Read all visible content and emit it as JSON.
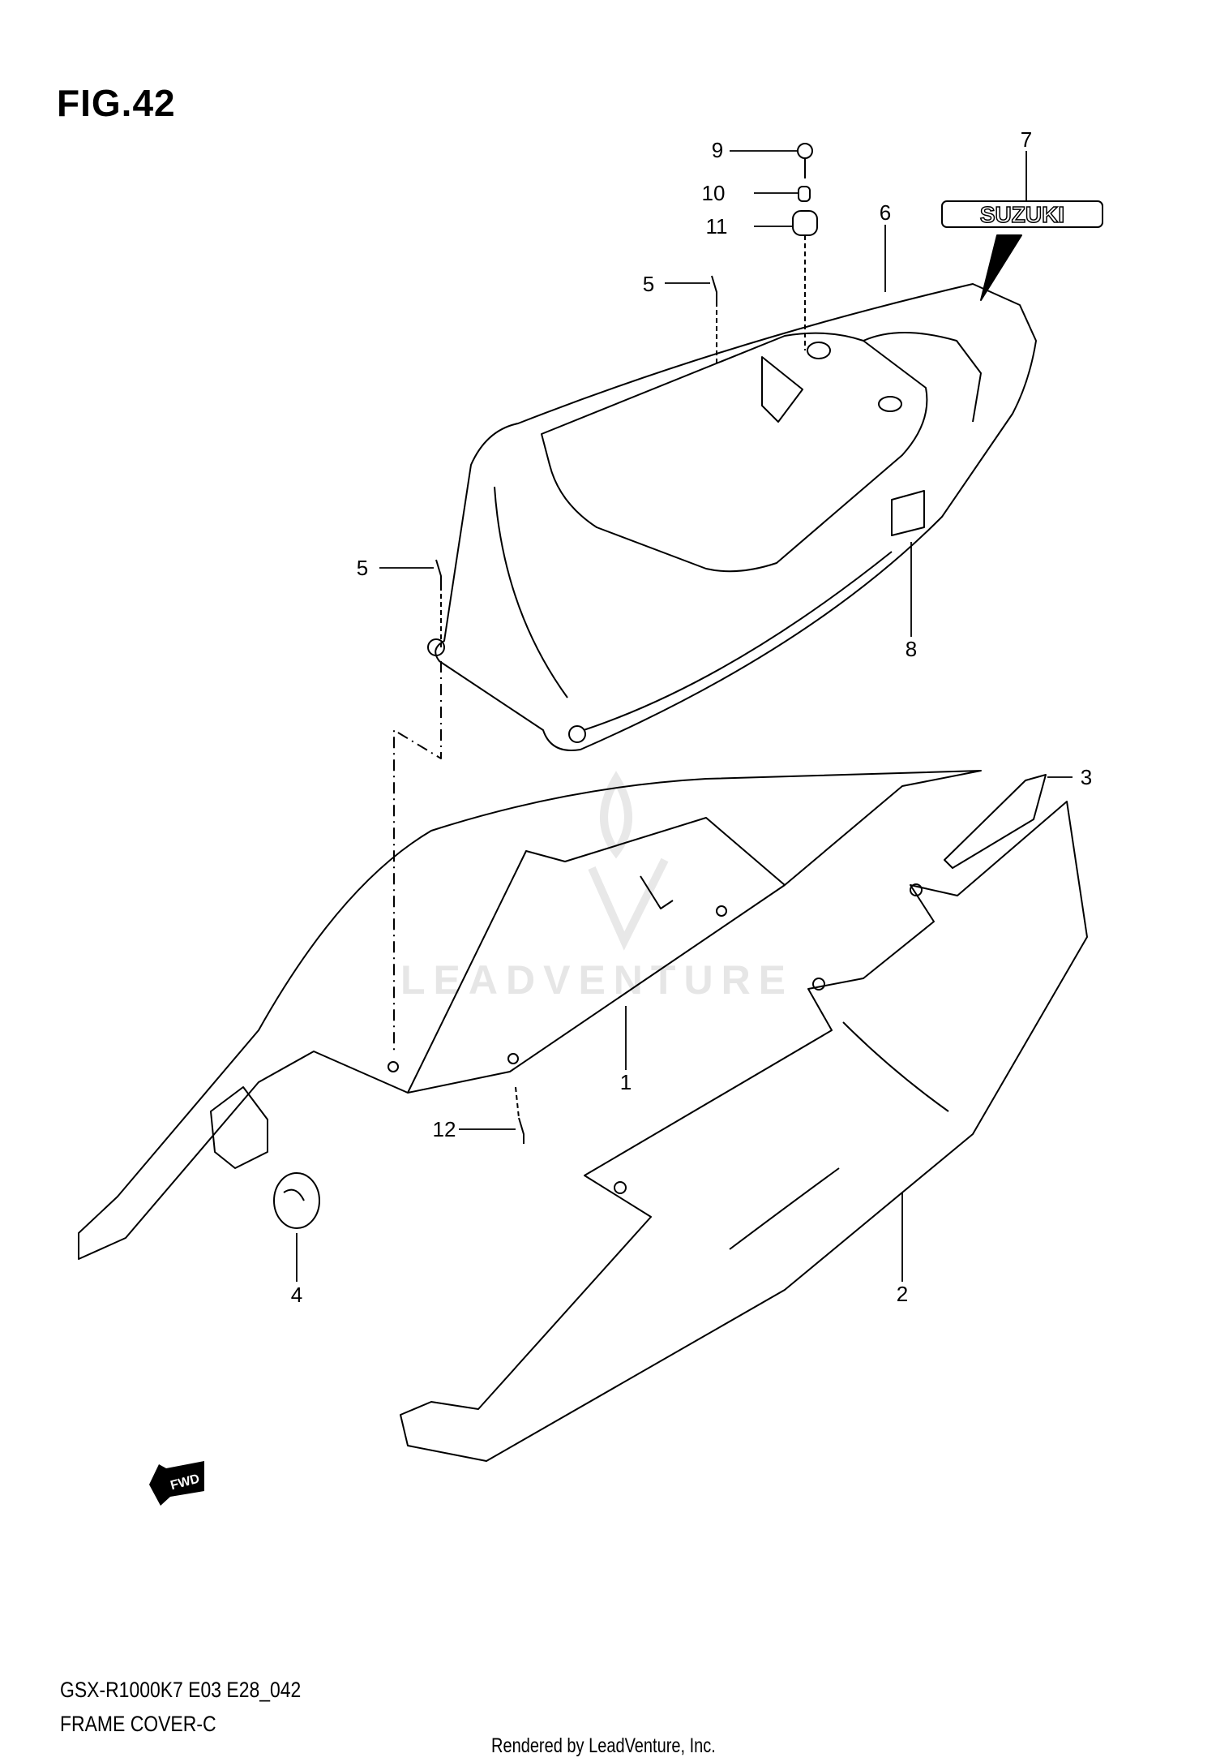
{
  "figure": {
    "title": "FIG.42"
  },
  "callouts": [
    {
      "id": "1",
      "label": "1"
    },
    {
      "id": "2",
      "label": "2"
    },
    {
      "id": "3",
      "label": "3"
    },
    {
      "id": "4",
      "label": "4"
    },
    {
      "id": "5a",
      "label": "5"
    },
    {
      "id": "5b",
      "label": "5"
    },
    {
      "id": "6",
      "label": "6"
    },
    {
      "id": "7",
      "label": "7"
    },
    {
      "id": "8",
      "label": "8"
    },
    {
      "id": "9",
      "label": "9"
    },
    {
      "id": "10",
      "label": "10"
    },
    {
      "id": "11",
      "label": "11"
    },
    {
      "id": "12",
      "label": "12"
    }
  ],
  "emblem": {
    "text": "SUZUKI"
  },
  "fwd_arrow": {
    "text": "FWD"
  },
  "watermark": {
    "text": "LEADVENTURE"
  },
  "footer": {
    "model_code": "GSX-R1000K7 E03 E28_042",
    "section_name": "FRAME COVER-C",
    "rendered_by": "Rendered by LeadVenture, Inc."
  },
  "colors": {
    "line": "#000000",
    "watermark": "#e6e6e6",
    "background": "#ffffff"
  }
}
